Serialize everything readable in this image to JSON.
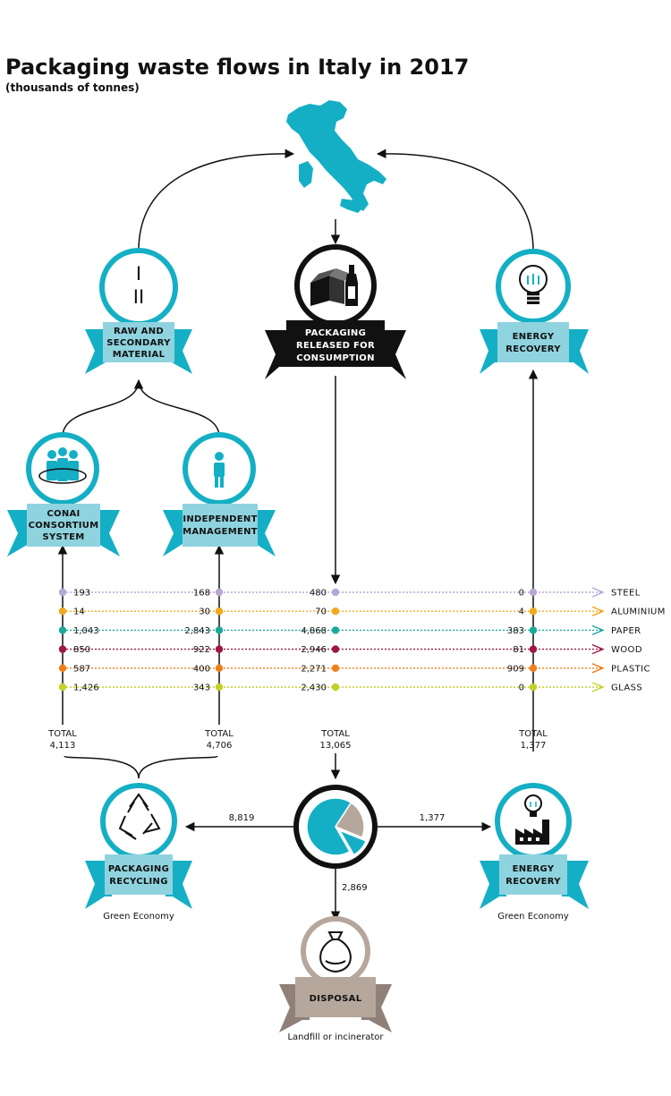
{
  "header": {
    "title": "Packaging waste flows in Italy in 2017",
    "subtitle": "(thousands of tonnes)"
  },
  "colors": {
    "teal": "#14afc5",
    "ribbon_light": "#8fd3df",
    "ribbon_dark": "#1ab0c6",
    "black": "#111111",
    "disposal": "#b6a79c",
    "disposal_dark": "#8f8178"
  },
  "nodes": {
    "raw": {
      "label": [
        "RAW AND",
        "SECONDARY",
        "MATERIAL"
      ],
      "icon": "roman-numerals-icon",
      "roman": [
        "I",
        "II"
      ]
    },
    "released": {
      "label": [
        "PACKAGING",
        "RELEASED FOR",
        "CONSUMPTION"
      ],
      "icon": "box-and-bottle-icon"
    },
    "energy_top": {
      "label": [
        "ENERGY",
        "RECOVERY"
      ],
      "icon": "light-bulb-icon"
    },
    "conai": {
      "label": [
        "CONAI",
        "CONSORTIUM",
        "SYSTEM"
      ],
      "icon": "people-group-icon"
    },
    "independent": {
      "label": [
        "INDEPENDENT",
        "MANAGEMENT"
      ],
      "icon": "person-icon"
    },
    "recycling": {
      "label": [
        "PACKAGING",
        "RECYCLING"
      ],
      "icon": "recycle-icon",
      "caption": "Green Economy"
    },
    "energy_bottom": {
      "label": [
        "ENERGY",
        "RECOVERY"
      ],
      "icon": "factory-bulb-icon",
      "caption": "Green Economy"
    },
    "disposal": {
      "label": [
        "DISPOSAL"
      ],
      "icon": "sack-icon",
      "caption": "Landfill or incinerator"
    }
  },
  "materials": [
    "STEEL",
    "ALUMINIUM",
    "PAPER",
    "WOOD",
    "PLASTIC",
    "GLASS"
  ],
  "material_colors": [
    "#b7a6d6",
    "#f2a91c",
    "#1aa99a",
    "#a0173f",
    "#f07f1a",
    "#c4cf2b"
  ],
  "columns": [
    {
      "key": "conai",
      "values": [
        "193",
        "14",
        "1,043",
        "850",
        "587",
        "1,426"
      ],
      "total_label": "TOTAL",
      "total": "4,113"
    },
    {
      "key": "independent",
      "values": [
        "168",
        "30",
        "2,843",
        "922",
        "400",
        "343"
      ],
      "total_label": "TOTAL",
      "total": "4,706"
    },
    {
      "key": "released",
      "values": [
        "480",
        "70",
        "4,868",
        "2,946",
        "2,271",
        "2,430"
      ],
      "total_label": "TOTAL",
      "total": "13,065"
    },
    {
      "key": "energy",
      "values": [
        "0",
        "4",
        "383",
        "81",
        "909",
        "0"
      ],
      "total_label": "TOTAL",
      "total": "1,377"
    }
  ],
  "flows": {
    "to_recycling": "8,819",
    "to_energy": "1,377",
    "to_disposal": "2,869"
  },
  "chart_data": {
    "type": "pie",
    "labels": [],
    "values": [
      8819,
      2869,
      1377
    ]
  }
}
